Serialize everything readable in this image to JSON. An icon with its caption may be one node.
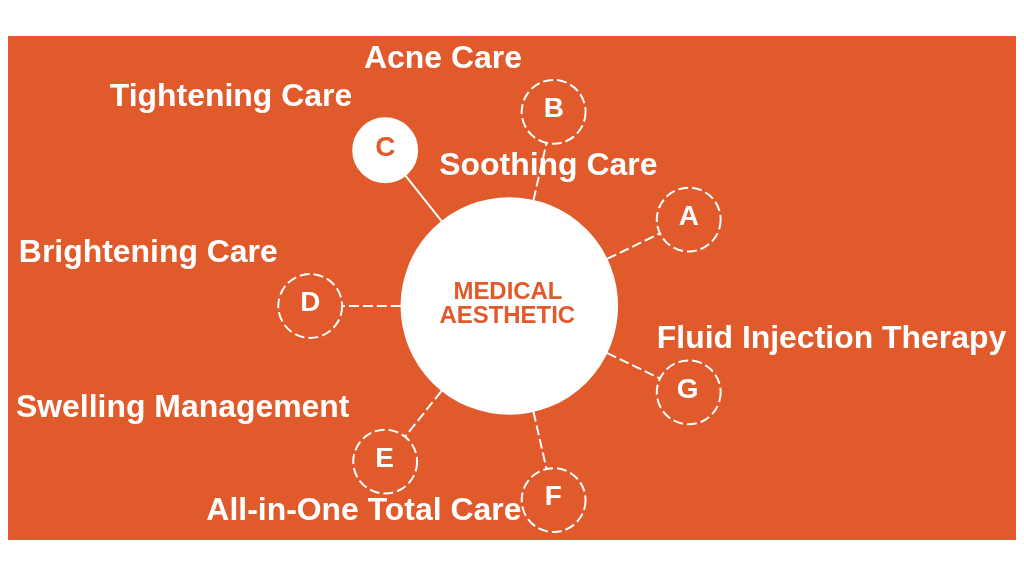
{
  "diagram": {
    "nodes": [
      {
        "text": [
          "MEDICAL AESTHETIC"
        ]
      },
      {
        "text": [
          "A"
        ],
        "beside": [
          "Soothing Care"
        ]
      },
      {
        "text": [
          "B"
        ],
        "beside": [
          "Acne Care"
        ]
      },
      {
        "text": [
          "C"
        ],
        "beside": [
          "Tightening Care"
        ]
      },
      {
        "text": [
          "D"
        ],
        "beside": [
          "Brightening Care"
        ]
      },
      {
        "text": [
          "E"
        ],
        "beside": [
          "Swelling Management"
        ]
      },
      {
        "text": [
          "F"
        ],
        "beside": [
          "All-in-One Total Care"
        ]
      },
      {
        "text": [
          "G"
        ],
        "beside": [
          "Fluid Injection Therapy"
        ]
      }
    ],
    "edges": [
      {
        "from": 0,
        "to": 1,
        "arrow": "none",
        "style": "dashed"
      },
      {
        "from": 0,
        "to": 2,
        "arrow": "none",
        "style": "dashed"
      },
      {
        "from": 0,
        "to": 3,
        "arrow": "none"
      },
      {
        "from": 0,
        "to": 4,
        "arrow": "none",
        "style": "dashed"
      },
      {
        "from": 0,
        "to": 5,
        "arrow": "none",
        "style": "dashed"
      },
      {
        "from": 0,
        "to": 6,
        "arrow": "none",
        "style": "dashed"
      },
      {
        "from": 0,
        "to": 7,
        "arrow": "none",
        "style": "dashed"
      }
    ]
  }
}
